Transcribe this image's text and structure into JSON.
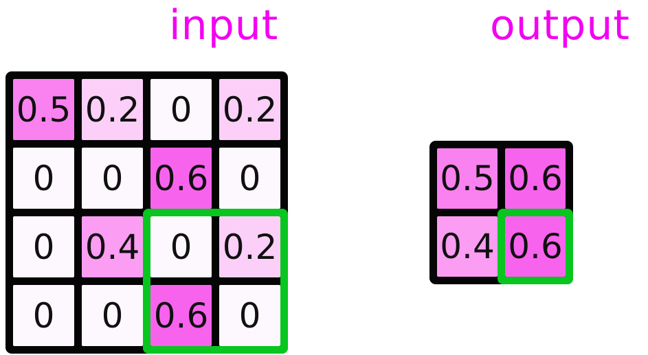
{
  "titles": {
    "input": "input",
    "output": "output"
  },
  "colors": {
    "title": "#f202f2",
    "grid_line": "#050505",
    "cell_text": "#101010",
    "highlight": "#08c61f",
    "background": "#ffffff"
  },
  "value_colors": {
    "0": "#fdf8fd",
    "0.2": "#fbcff8",
    "0.4": "#fb9df3",
    "0.5": "#fa82f0",
    "0.6": "#f863ee"
  },
  "input": {
    "title": "input",
    "rows": [
      [
        "0.5",
        "0.2",
        "0",
        "0.2"
      ],
      [
        "0",
        "0",
        "0.6",
        "0"
      ],
      [
        "0",
        "0.4",
        "0",
        "0.2"
      ],
      [
        "0",
        "0",
        "0.6",
        "0"
      ]
    ]
  },
  "output": {
    "title": "output",
    "rows": [
      [
        "0.5",
        "0.6"
      ],
      [
        "0.4",
        "0.6"
      ]
    ]
  }
}
